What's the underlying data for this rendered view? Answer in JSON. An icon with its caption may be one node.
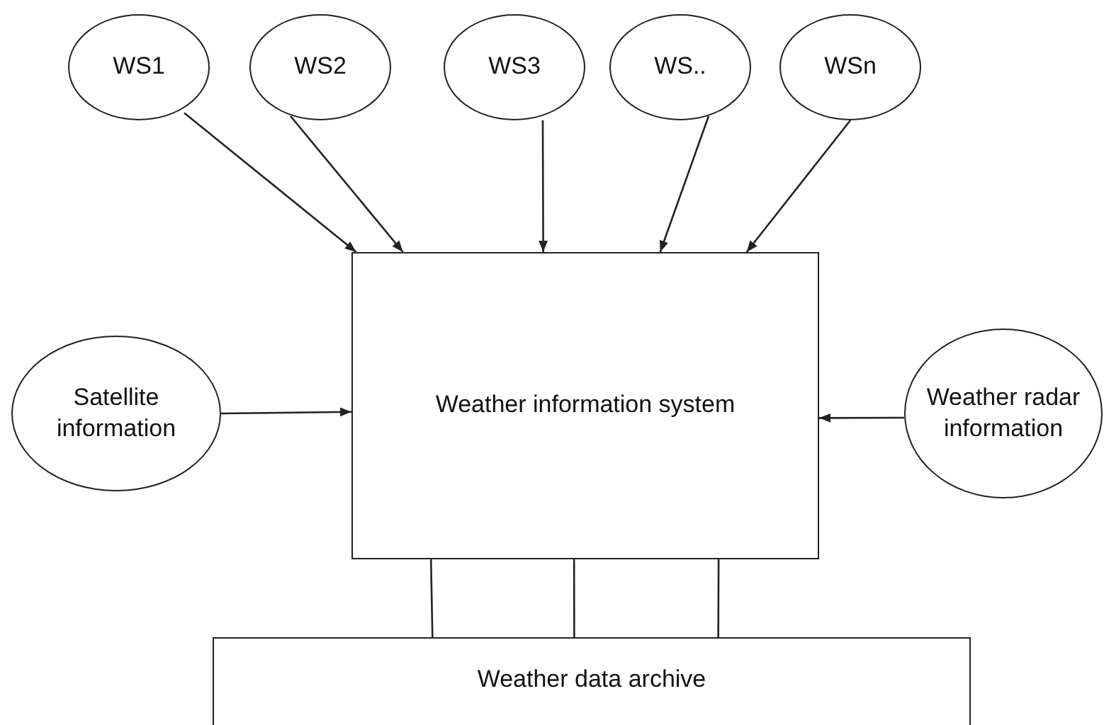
{
  "diagram": {
    "nodes": [
      {
        "text": [
          "WS1"
        ]
      },
      {
        "text": [
          "WS2"
        ]
      },
      {
        "text": [
          "WS3"
        ]
      },
      {
        "text": [
          "WS.."
        ]
      },
      {
        "text": [
          "WSn"
        ]
      },
      {
        "text": [
          "Satellite information"
        ]
      },
      {
        "text": [
          "Weather information system"
        ]
      },
      {
        "text": [
          "Weather radar information"
        ]
      },
      {
        "text": [
          "Weather data archive"
        ]
      }
    ],
    "edges": [
      {
        "from": 0,
        "to": 6,
        "arrow": "to"
      },
      {
        "from": 1,
        "to": 6,
        "arrow": "to"
      },
      {
        "from": 2,
        "to": 6,
        "arrow": "to"
      },
      {
        "from": 3,
        "to": 6,
        "arrow": "to"
      },
      {
        "from": 4,
        "to": 6,
        "arrow": "to"
      },
      {
        "from": 5,
        "to": 6,
        "arrow": "to"
      },
      {
        "from": 7,
        "to": 6,
        "arrow": "to"
      },
      {
        "from": 6,
        "to": 8,
        "arrow": "none"
      },
      {
        "from": 6,
        "to": 8,
        "arrow": "none"
      },
      {
        "from": 6,
        "to": 8,
        "arrow": "none"
      }
    ]
  }
}
